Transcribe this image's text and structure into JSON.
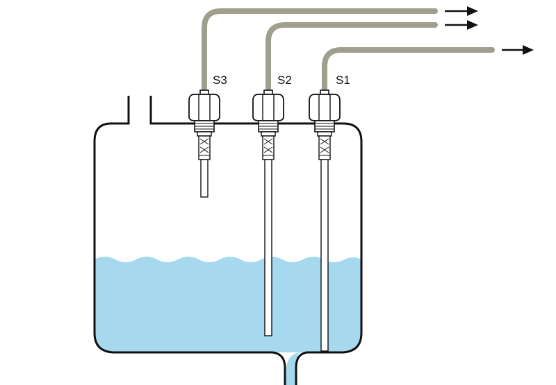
{
  "sensors": [
    {
      "label": "S3"
    },
    {
      "label": "S2"
    },
    {
      "label": "S1"
    }
  ],
  "colors": {
    "cable": "#a09f8e",
    "liquid": "#a6d8ee",
    "outline": "#111111",
    "arrow": "#111111"
  },
  "icons": {
    "arrow": "right-arrow-icon",
    "double_arrow": "double-right-arrow-icon"
  }
}
